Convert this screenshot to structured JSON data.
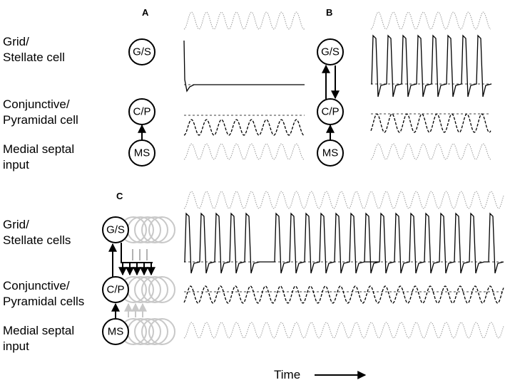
{
  "panels": {
    "a": "A",
    "b": "B",
    "c": "C"
  },
  "row_labels_top": [
    [
      "Grid/",
      "Stellate cell"
    ],
    [
      "Conjunctive/",
      "Pyramidal cell"
    ],
    [
      "Medial septal",
      "input"
    ]
  ],
  "row_labels_bottom": [
    [
      "Grid/",
      "Stellate cells"
    ],
    [
      "Conjunctive/",
      "Pyramidal cells"
    ],
    [
      "Medial septal",
      "input"
    ]
  ],
  "nodes": {
    "gs": "G/S",
    "cp": "C/P",
    "ms": "MS"
  },
  "time_label": "Time",
  "colors": {
    "ink": "#000000",
    "faded": "#c8c8c8",
    "ms_trace": "#9a9a9a"
  }
}
